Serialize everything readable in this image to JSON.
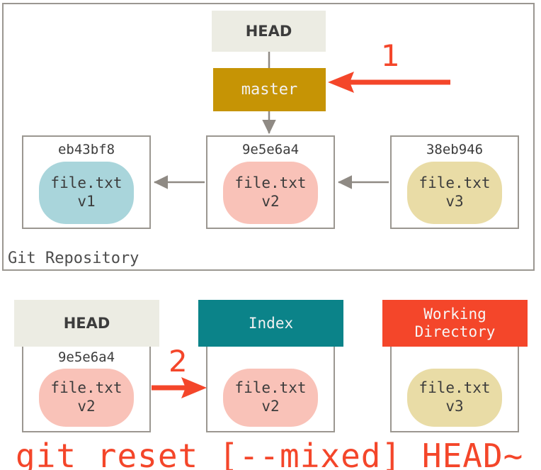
{
  "diagram": {
    "title": "git reset [--mixed] HEAD~",
    "caption": "git reset [--mixed] HEAD~",
    "repository": {
      "label": "Git Repository",
      "head_pointer": "HEAD",
      "branch_pointer": "master",
      "commits": [
        {
          "hash": "eb43bf8",
          "file": "file.txt",
          "version": "v1",
          "color": "#a9d5db"
        },
        {
          "hash": "9e5e6a4",
          "file": "file.txt",
          "version": "v2",
          "color": "#f9c2b8"
        },
        {
          "hash": "38eb946",
          "file": "file.txt",
          "version": "v3",
          "color": "#e9dca6"
        }
      ]
    },
    "stages": [
      {
        "name": "HEAD",
        "header_color": "#ecece3",
        "hash": "9e5e6a4",
        "file": "file.txt",
        "version": "v2",
        "blob_color": "#f9c2b8"
      },
      {
        "name": "Index",
        "header_color": "#0b8389",
        "hash": "",
        "file": "file.txt",
        "version": "v2",
        "blob_color": "#f9c2b8"
      },
      {
        "name_line1": "Working",
        "name_line2": "Directory",
        "header_color": "#f4462a",
        "hash": "",
        "file": "file.txt",
        "version": "v3",
        "blob_color": "#e9dca6"
      }
    ],
    "annotations": [
      {
        "id": "1",
        "label": "1",
        "color": "#f4462a",
        "points_to": "master"
      },
      {
        "id": "2",
        "label": "2",
        "color": "#f4462a",
        "points_to": "Index"
      }
    ],
    "colors": {
      "accent_red": "#f4462a",
      "gold": "#c69405",
      "teal": "#0b8389",
      "cream": "#ecece3",
      "border_gray": "#9b9791",
      "arrow_gray": "#8f8a84"
    }
  }
}
